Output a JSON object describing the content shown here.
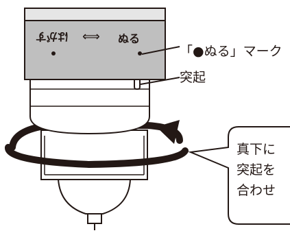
{
  "mark_label": "「●ぬる」マーク",
  "bump_label": "突起",
  "cap_label_remove": "はがす",
  "cap_label_arrow": "⟺",
  "cap_label_apply": "ぬる",
  "callout": {
    "line1": "真下に",
    "line2": "突起を",
    "line3": "合わせ"
  }
}
